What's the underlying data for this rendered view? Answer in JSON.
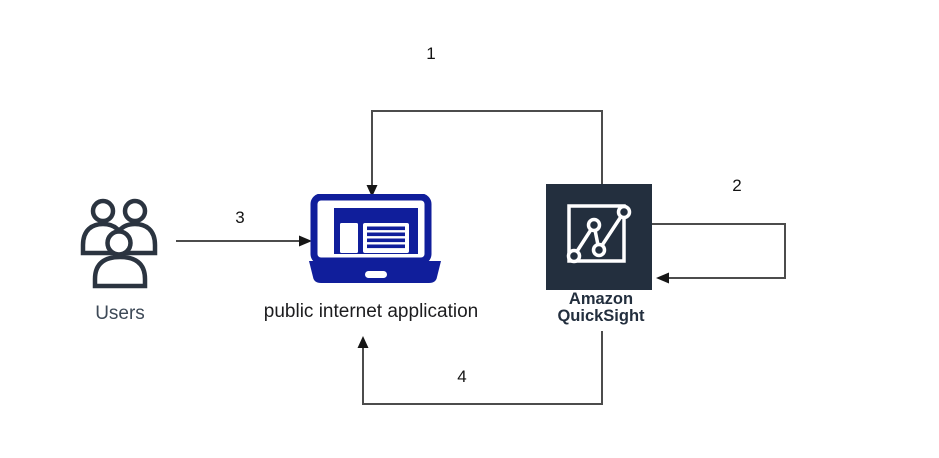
{
  "diagram": {
    "background": "#ffffff",
    "nodes": {
      "users": {
        "label": "Users",
        "icon": "users-group-icon"
      },
      "app": {
        "label": "public internet application",
        "icon": "laptop-icon"
      },
      "quicksight": {
        "label_line1": "Amazon",
        "label_line2": "QuickSight",
        "icon": "amazon-quicksight-icon"
      }
    },
    "steps": {
      "step1": "1",
      "step2": "2",
      "step3": "3",
      "step4": "4"
    },
    "connectors": [
      {
        "step": "1",
        "from": "quicksight",
        "to": "app",
        "shape": "top-loop-arrow"
      },
      {
        "step": "2",
        "from": "quicksight",
        "to": "quicksight",
        "shape": "right-self-loop-arrow"
      },
      {
        "step": "3",
        "from": "users",
        "to": "app",
        "shape": "straight-arrow"
      },
      {
        "step": "4",
        "from": "quicksight",
        "to": "app",
        "shape": "bottom-loop-arrow"
      }
    ],
    "colors": {
      "laptop_blue": "#101e9b",
      "aws_dark_navy": "#232f3e",
      "users_stroke": "#2b3440",
      "connector_gray": "#4c4c4c",
      "arrowhead_black": "#161616",
      "label_dark": "#1c1c1e",
      "users_label": "#3d4957"
    }
  }
}
